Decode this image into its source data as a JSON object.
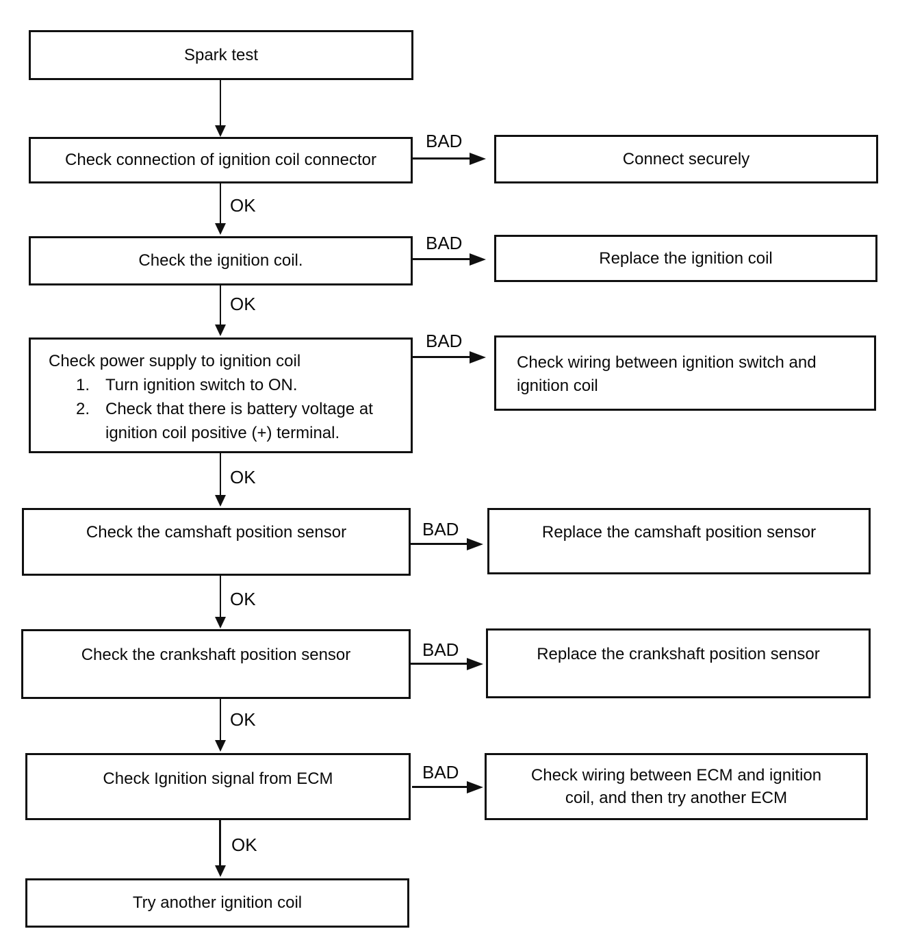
{
  "flowchart": {
    "edge_labels": {
      "ok": "OK",
      "bad": "BAD"
    },
    "nodes": {
      "start": {
        "label": "Spark test"
      },
      "step1": {
        "label": "Check connection of ignition coil connector"
      },
      "step2": {
        "label": "Check the ignition coil."
      },
      "step3": {
        "label": "Check power supply to ignition coil",
        "items": [
          {
            "num": "1.",
            "text": "Turn ignition switch to ON."
          },
          {
            "num": "2.",
            "text": "Check that there is battery voltage at ignition coil positive (+) terminal."
          }
        ]
      },
      "step4": {
        "label": "Check the camshaft position sensor"
      },
      "step5": {
        "label": "Check the crankshaft position sensor"
      },
      "step6": {
        "label": "Check Ignition signal from ECM"
      },
      "end": {
        "label": "Try another ignition coil"
      },
      "bad1": {
        "label": "Connect securely"
      },
      "bad2": {
        "label": "Replace the ignition coil"
      },
      "bad3": {
        "label": "Check wiring between ignition switch and ignition coil"
      },
      "bad4": {
        "label": "Replace the camshaft position sensor"
      },
      "bad5": {
        "label": "Replace the crankshaft position sensor"
      },
      "bad6": {
        "label": "Check wiring between ECM and ignition coil, and then try another ECM"
      }
    },
    "colors": {
      "line": "#101010",
      "background": "#ffffff",
      "text": "#0a0a0a"
    }
  }
}
